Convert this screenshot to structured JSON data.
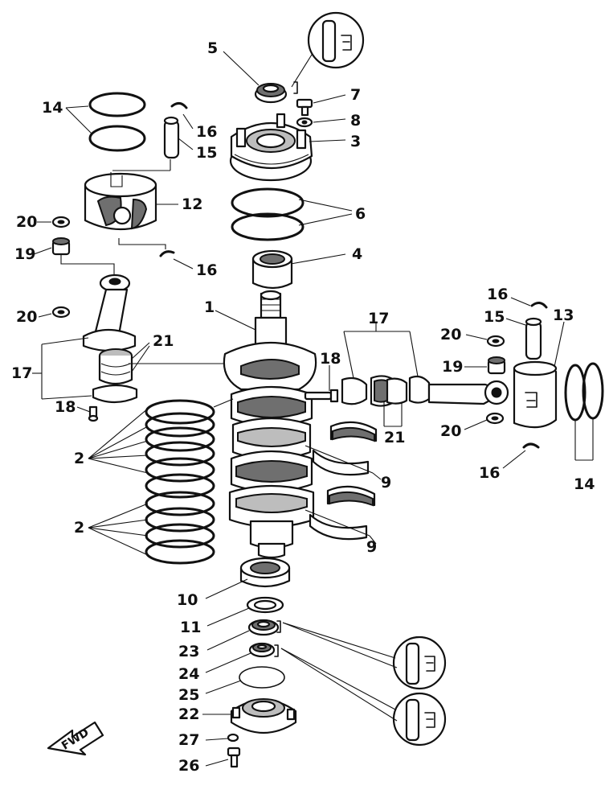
{
  "labels": {
    "l1": "1",
    "l2a": "2",
    "l2b": "2",
    "l3": "3",
    "l4": "4",
    "l5": "5",
    "l6": "6",
    "l7": "7",
    "l8": "8",
    "l9a": "9",
    "l9b": "9",
    "l10": "10",
    "l11": "11",
    "l12": "12",
    "l13": "13",
    "l14a": "14",
    "l14b": "14",
    "l15a": "15",
    "l15b": "15",
    "l16a": "16",
    "l16b": "16",
    "l16c": "16",
    "l16d": "16",
    "l17a": "17",
    "l17b": "17",
    "l18a": "18",
    "l18b": "18",
    "l19a": "19",
    "l19b": "19",
    "l20a": "20",
    "l20b": "20",
    "l20c": "20",
    "l20d": "20",
    "l21a": "21",
    "l21b": "21",
    "l22": "22",
    "l23": "23",
    "l24": "24",
    "l25": "25",
    "l26": "26",
    "l27": "27"
  },
  "fwd": "FWD"
}
